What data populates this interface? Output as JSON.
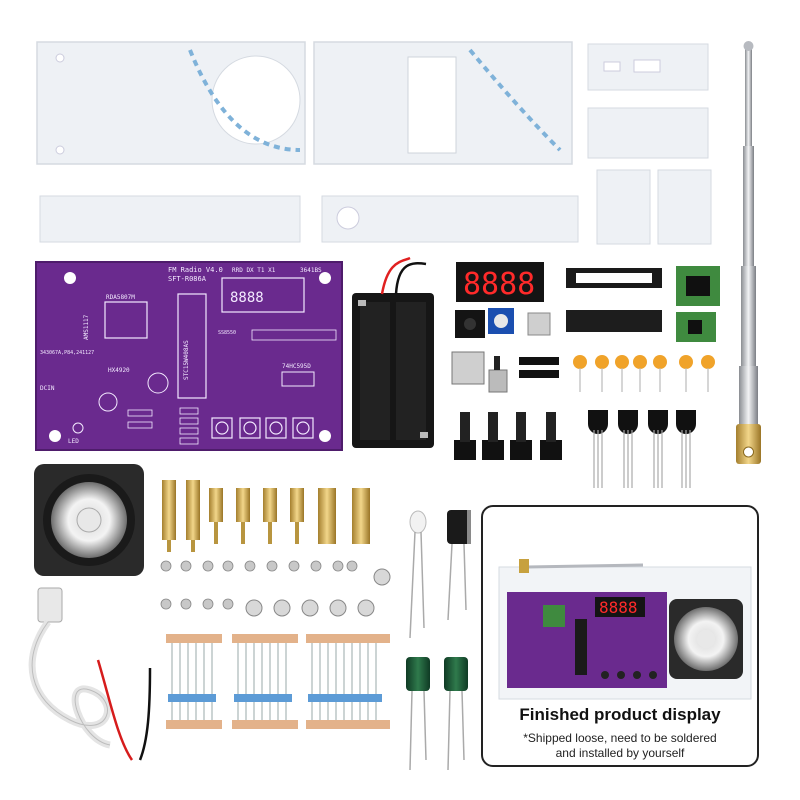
{
  "board": {
    "title_line1": "FM Radio V4.0",
    "title_line2": "SFT-R086A",
    "code_top": "RRD DX T1 X1",
    "module_label": "RDA5807M",
    "chip_label": "STC15W408AS",
    "segment_label": "3641BS",
    "driver_label": "74HC595D",
    "amp_label": "HX4920",
    "regulator_label": "AMS1117",
    "usb_label": "DCIN",
    "bottom_code": "343067A,P84,241127",
    "led_label": "LED",
    "small_label": "SS8550"
  },
  "display": {
    "digits": "8888"
  },
  "panel": {
    "title": "Finished product display",
    "note_line1": "*Shipped loose, need to be soldered",
    "note_line2": "and installed by yourself"
  },
  "colors": {
    "pcb": "#6a2a8e",
    "pcb_dark": "#4e1c6b",
    "brass": "#d8b45a",
    "acrylic": "#eef1f5"
  }
}
